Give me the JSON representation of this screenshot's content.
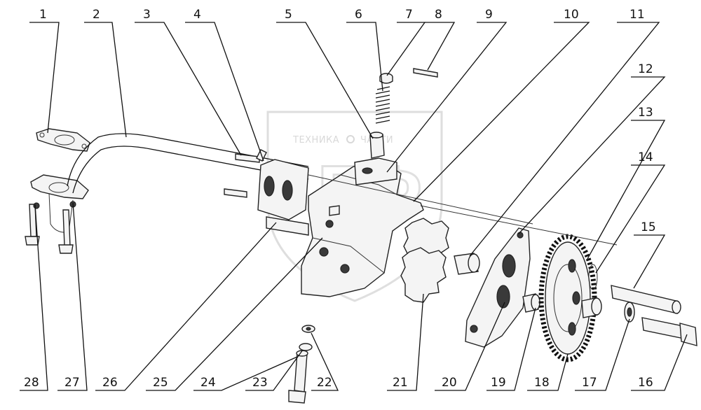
{
  "watermark": {
    "left": "ТЕХНИКА",
    "right": "ЧАСТИ",
    "logo": "БФ"
  },
  "callouts": {
    "n1": "1",
    "n2": "2",
    "n3": "3",
    "n4": "4",
    "n5": "5",
    "n6": "6",
    "n7": "7",
    "n8": "8",
    "n9": "9",
    "n10": "10",
    "n11": "11",
    "n12": "12",
    "n13": "13",
    "n14": "14",
    "n15": "15",
    "n16": "16",
    "n17": "17",
    "n18": "18",
    "n19": "19",
    "n20": "20",
    "n21": "21",
    "n22": "22",
    "n23": "23",
    "n24": "24",
    "n25": "25",
    "n26": "26",
    "n27": "27",
    "n28": "28"
  }
}
